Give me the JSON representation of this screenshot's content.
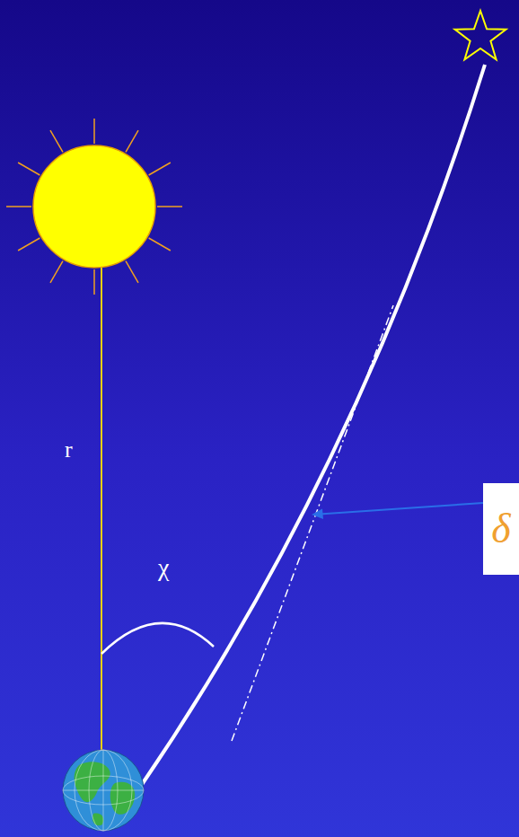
{
  "diagram": {
    "nodes": [
      {
        "text": [
          "δ"
        ]
      }
    ],
    "labels": [
      "r",
      "χ"
    ]
  }
}
